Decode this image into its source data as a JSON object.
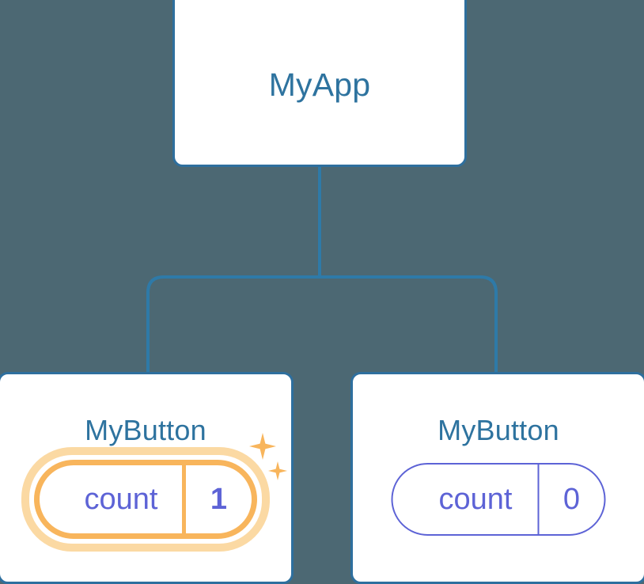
{
  "diagram": {
    "type": "component-tree",
    "background_color": "#4c6873",
    "connector_color": "#2e7aa8",
    "node_border_color": "#2e6f9e",
    "node_text_color": "#2e739f",
    "state_color": "#5d63d6",
    "highlight_color": "#f8b55c",
    "highlight_glow_color": "#fbd9a3",
    "root": {
      "label": "MyApp"
    },
    "children": [
      {
        "label": "MyButton",
        "state": {
          "key": "count",
          "value": "1"
        },
        "updated": true,
        "sparkles": [
          "sparkle-large",
          "sparkle-small"
        ]
      },
      {
        "label": "MyButton",
        "state": {
          "key": "count",
          "value": "0"
        },
        "updated": false,
        "sparkles": []
      }
    ]
  }
}
